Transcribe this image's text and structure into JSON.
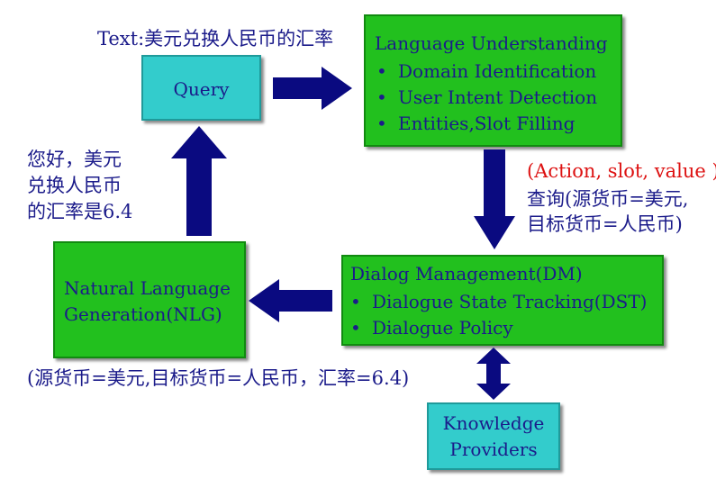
{
  "query": {
    "top_text": "Text:美元兑换人民币的汇率",
    "label": "Query"
  },
  "lu": {
    "title": "Language Understanding",
    "items": [
      "Domain Identification",
      "User Intent Detection",
      "Entities,Slot Filling"
    ]
  },
  "action": {
    "header": "(Action, slot, value )",
    "line1": "查询(源货币=美元,",
    "line2": "目标货币=人民币)"
  },
  "dm": {
    "title": "Dialog Management(DM)",
    "items": [
      "Dialogue State Tracking(DST)",
      "Dialogue Policy"
    ]
  },
  "nlg": {
    "line1": "Natural Language",
    "line2": "Generation(NLG)"
  },
  "response": {
    "line1": "您好，美元",
    "line2": "兑换人民币",
    "line3": "的汇率是6.4"
  },
  "nlg_input": "(源货币=美元,目标货币=人民币，汇率=6.4)",
  "kp": {
    "line1": "Knowledge",
    "line2": "Providers"
  },
  "colors": {
    "box_green": "#22c01e",
    "box_cyan": "#33cccc",
    "text_navy": "#1b1b8a",
    "arrow_navy": "#0a0a80",
    "accent_red": "#dd1111"
  }
}
